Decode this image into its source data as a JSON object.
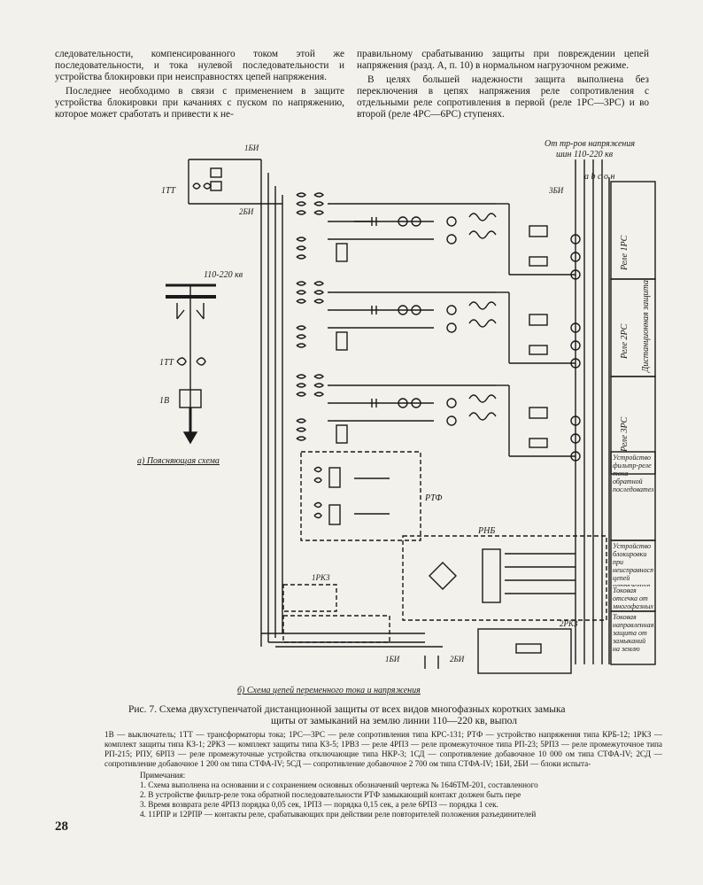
{
  "left_column": {
    "p1": "следовательности, компенсированного током этой же последовательности, и тока нулевой последовательности и устройства блокировки при неисправностях цепей напряжения.",
    "p2": "Последнее необходимо в связи с применением в защите устройства блокировки при качаниях с пуском по напряжению, которое может сработать и привести к не-"
  },
  "right_column": {
    "p1": "правильному срабатыванию защиты при повреждении цепей напряжения (разд. А, п. 10) в нормальном нагрузочном режиме.",
    "p2": "В целях большей надежности защита выполнена без переключения в цепях напряжения реле сопротивления с отдельными реле сопротивления в первой (реле 1РС—3РС) и во второй (реле 4РС—6РС) ступенях."
  },
  "diagram": {
    "source_label_1": "От тр-ров напряжения",
    "source_label_2": "шин 110-220 кв",
    "phase_buses": "a b c o н",
    "voltage_label": "110-220 кв",
    "ct_label": "1ТТ",
    "breaker_label": "1В",
    "ct_small_label": "1ТТ",
    "sub_a": "а) Поясняющая схема",
    "sub_b": "б) Схема цепей переменного тока и напряжения",
    "block_1bi": "1БИ",
    "block_2bi": "2БИ",
    "block_3bi": "3БИ",
    "relay_rtf": "РТФ",
    "relay_rnb": "РНБ",
    "relay_1rkz": "1РКЗ",
    "relay_2rkz": "2РКЗ",
    "right_labels": [
      "Реле 1РС",
      "Реле 2РС",
      "Реле 3РС",
      "Дистанционная защита",
      "Устройство фильтр-реле тока обратной последовательности",
      "Устройство блокировки при неисправностях цепей напряжения",
      "Токовая отсечка от многофазных к.з.",
      "Токовая направленная защита от замыканий на землю"
    ]
  },
  "caption": {
    "line1": "Рис. 7. Схема двухступенчатой дистанционной защиты от всех видов многофазных коротких замыка",
    "line2": "щиты от замыканий на землю линии 110—220 кв, выпол"
  },
  "legend": {
    "text": "1В — выключатель; 1ТТ — трансформаторы тока; 1РС—3РС — реле сопротивления типа КРС-131; РТФ — устройство напряжения типа КРБ-12; 1РКЗ — комплект защиты типа КЗ-1; 2РКЗ — комплект защиты типа КЗ-5; 1РВЗ — реле 4РПЗ — реле промежуточное типа РП-23; 5РПЗ — реле промежуточное типа РП-215; РПУ, 6РПЗ — реле промежуточные устройства отключающие типа НКР-3; 1СД — сопротивление добавочное 10 000 ом типа СТФА-IV; 2СД — сопротивление добавочное 1 200 ом типа СТФА-IV; 5СД — сопротивление добавочное 2 700 ом типа СТФА-IV; 1БИ, 2БИ — блоки испыта-",
    "notes_header": "Примечания:",
    "notes": [
      "1. Схема выполнена на основании и с сохранением основных обозначений чертежа № 1646ТМ-201, составленного",
      "2. В устройстве фильтр-реле тока обратной последовательности РТФ замыкающий контакт должен быть пере",
      "3. Время возврата реле 4РПЗ порядка 0,05 сек, 1РПЗ — порядка 0,15 сек, а реле 6РПЗ — порядка 1 сек.",
      "4. 11РПР и 12РПР — контакты реле, срабатывающих при действии реле повторителей положения разъединителей"
    ]
  },
  "page_number": "28"
}
